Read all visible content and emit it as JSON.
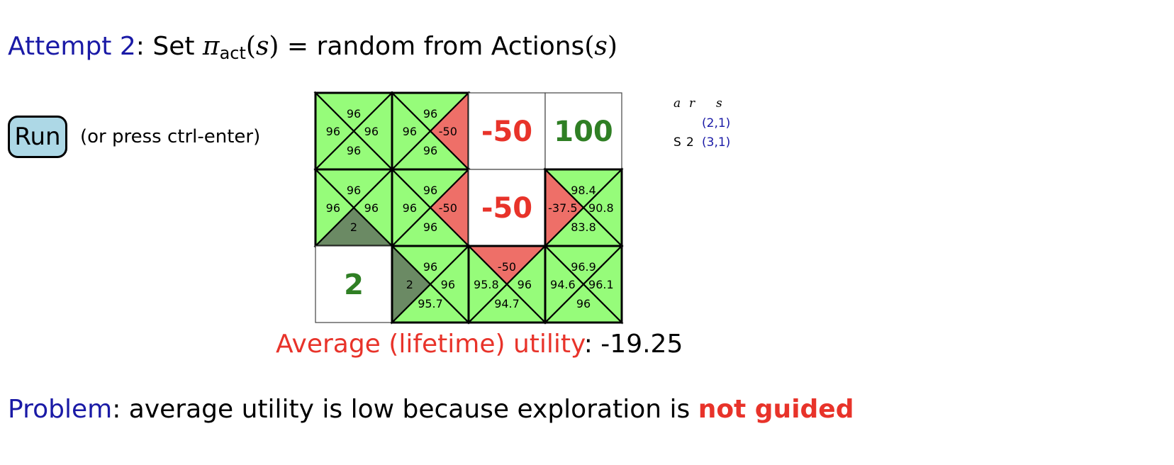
{
  "title": {
    "attempt_label": "Attempt 2",
    "sep": ": Set ",
    "pi": "π",
    "pi_sub": "act",
    "arg_open": "(",
    "s": "s",
    "arg_close": ")",
    "eq": " = random from Actions",
    "s2": "s"
  },
  "controls": {
    "run_label": "Run",
    "hint": "(or press ctrl-enter)"
  },
  "grid": {
    "colors": {
      "green": "#96fc7a",
      "red": "#ee6f68",
      "dark": "#6b8a64",
      "big_red": "#e8332a",
      "big_green": "#2f7f24"
    },
    "cells": [
      {
        "r": 0,
        "c": 0,
        "type": "q",
        "n": {
          "v": "96",
          "color": "green"
        },
        "e": {
          "v": "96",
          "color": "green"
        },
        "s": {
          "v": "96",
          "color": "green"
        },
        "w": {
          "v": "96",
          "color": "green"
        }
      },
      {
        "r": 0,
        "c": 1,
        "type": "q",
        "n": {
          "v": "96",
          "color": "green"
        },
        "e": {
          "v": "-50",
          "color": "red"
        },
        "s": {
          "v": "96",
          "color": "green"
        },
        "w": {
          "v": "96",
          "color": "green"
        }
      },
      {
        "r": 0,
        "c": 2,
        "type": "terminal",
        "label": "-50",
        "color": "big_red"
      },
      {
        "r": 0,
        "c": 3,
        "type": "terminal",
        "label": "100",
        "color": "big_green"
      },
      {
        "r": 1,
        "c": 0,
        "type": "q",
        "n": {
          "v": "96",
          "color": "green"
        },
        "e": {
          "v": "96",
          "color": "green"
        },
        "s": {
          "v": "2",
          "color": "dark"
        },
        "w": {
          "v": "96",
          "color": "green"
        }
      },
      {
        "r": 1,
        "c": 1,
        "type": "q",
        "n": {
          "v": "96",
          "color": "green"
        },
        "e": {
          "v": "-50",
          "color": "red"
        },
        "s": {
          "v": "96",
          "color": "green"
        },
        "w": {
          "v": "96",
          "color": "green"
        }
      },
      {
        "r": 1,
        "c": 2,
        "type": "terminal",
        "label": "-50",
        "color": "big_red"
      },
      {
        "r": 1,
        "c": 3,
        "type": "q",
        "n": {
          "v": "98.4",
          "color": "green"
        },
        "e": {
          "v": "90.8",
          "color": "green"
        },
        "s": {
          "v": "83.8",
          "color": "green"
        },
        "w": {
          "v": "-37.5",
          "color": "red"
        }
      },
      {
        "r": 2,
        "c": 0,
        "type": "terminal",
        "label": "2",
        "color": "big_green"
      },
      {
        "r": 2,
        "c": 1,
        "type": "q",
        "n": {
          "v": "96",
          "color": "green"
        },
        "e": {
          "v": "96",
          "color": "green"
        },
        "s": {
          "v": "95.7",
          "color": "green"
        },
        "w": {
          "v": "2",
          "color": "dark"
        }
      },
      {
        "r": 2,
        "c": 2,
        "type": "q",
        "n": {
          "v": "-50",
          "color": "red"
        },
        "e": {
          "v": "96",
          "color": "green"
        },
        "s": {
          "v": "94.7",
          "color": "green"
        },
        "w": {
          "v": "95.8",
          "color": "green"
        }
      },
      {
        "r": 2,
        "c": 3,
        "type": "q",
        "n": {
          "v": "96.9",
          "color": "green"
        },
        "e": {
          "v": "96.1",
          "color": "green"
        },
        "s": {
          "v": "96",
          "color": "green"
        },
        "w": {
          "v": "94.6",
          "color": "green"
        }
      }
    ]
  },
  "log": {
    "header": [
      "a",
      "r",
      "s"
    ],
    "rows": [
      {
        "a": "",
        "r": "",
        "s": "(2,1)"
      },
      {
        "a": "S",
        "r": "2",
        "s": "(3,1)"
      }
    ]
  },
  "utility": {
    "label": "Average (lifetime) utility",
    "sep": ": ",
    "value": "-19.25"
  },
  "problem": {
    "label": "Problem",
    "text": ": average utility is low because exploration is ",
    "emph": "not guided"
  }
}
